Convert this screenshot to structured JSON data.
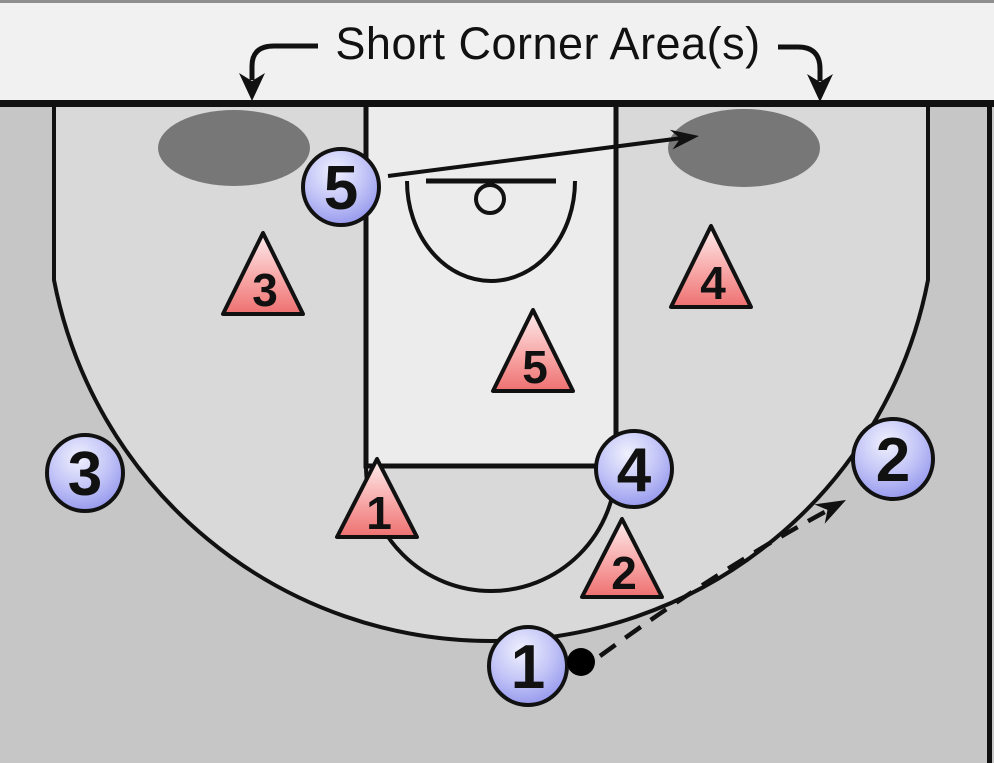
{
  "title": {
    "label": "Short Corner Area(s)"
  },
  "players": {
    "offense": [
      {
        "label": "5"
      },
      {
        "label": "3"
      },
      {
        "label": "4"
      },
      {
        "label": "2"
      },
      {
        "label": "1"
      }
    ],
    "defense": [
      {
        "label": "3"
      },
      {
        "label": "4"
      },
      {
        "label": "5"
      },
      {
        "label": "1"
      },
      {
        "label": "2"
      }
    ]
  },
  "colors": {
    "banner_bg": "#f1f1f1",
    "court_outside_3pt": "#c6c6c6",
    "court_inside_3pt": "#d9d9d9",
    "lane_fill": "#ececec",
    "short_corner_fill": "#777777",
    "line_color": "#111111",
    "offense_fill": "#9a9cf0",
    "defense_fill": "#ee7b7b",
    "ball_color": "#000000"
  }
}
